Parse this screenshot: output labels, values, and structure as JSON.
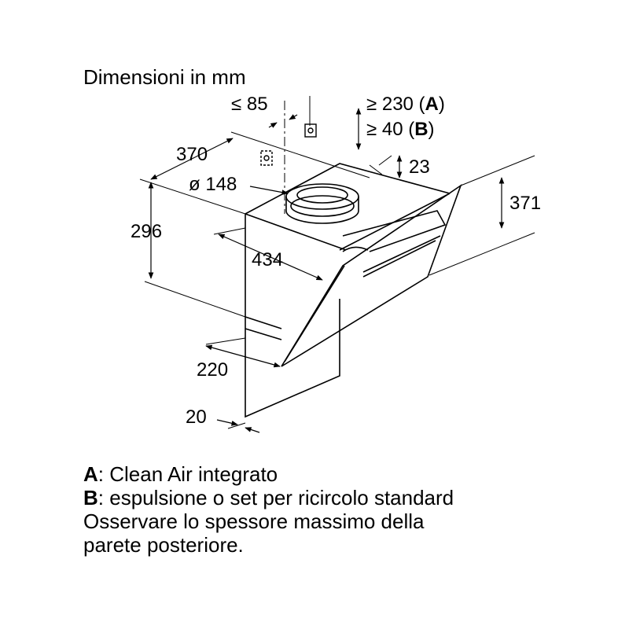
{
  "title": "Dimensioni in mm",
  "dimensions": {
    "depth_top": "370",
    "min_clearance": "≤ 85",
    "clearance_a": "≥ 230 (",
    "clearance_a_key": "A",
    "clearance_a_close": ")",
    "clearance_b": "≥ 40 (",
    "clearance_b_key": "B",
    "clearance_b_close": ")",
    "collar_height": "23",
    "duct_diameter": "ø 148",
    "front_height": "371",
    "body_height": "296",
    "width": "434",
    "panel_depth": "220",
    "wall_thickness": "20"
  },
  "legend": {
    "a_key": "A",
    "a_text": ": Clean Air integrato",
    "b_key": "B",
    "b_text": ": espulsione o set per ricircolo standard",
    "note_line1": "Osservare lo spessore massimo della",
    "note_line2": "parete posteriore."
  },
  "colors": {
    "line": "#000000",
    "background": "#ffffff"
  }
}
